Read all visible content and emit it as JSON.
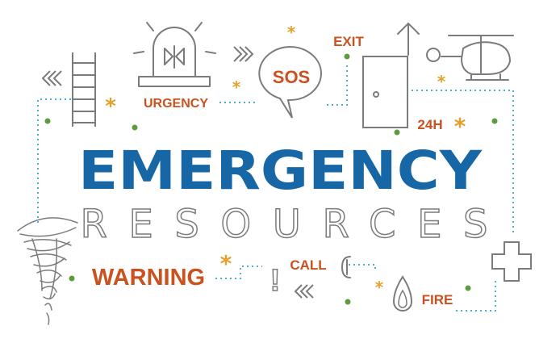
{
  "heading": {
    "main": "EMERGENCY",
    "sub": "RESOURCES"
  },
  "labels": {
    "sos": "SOS",
    "exit": "EXIT",
    "urgency": "URGENCY",
    "hours": "24H",
    "warning": "WARNING",
    "call": "CALL",
    "fire": "FIRE",
    "exclamation": "!"
  },
  "icons": [
    "siren-icon",
    "ladder-icon",
    "chevrons-left-icon",
    "chevrons-right-icon",
    "speech-bubble-icon",
    "door-icon",
    "arrow-up-icon",
    "helicopter-icon",
    "tornado-icon",
    "phone-icon",
    "drop-icon",
    "medical-cross-icon",
    "asterisk-icon"
  ],
  "colors": {
    "blue": "#1766a6",
    "orange": "#c9521f",
    "gold": "#e3a02a",
    "green": "#5d9b3f",
    "gray": "#7b7b7b",
    "dotted": "#4ab0d6"
  }
}
